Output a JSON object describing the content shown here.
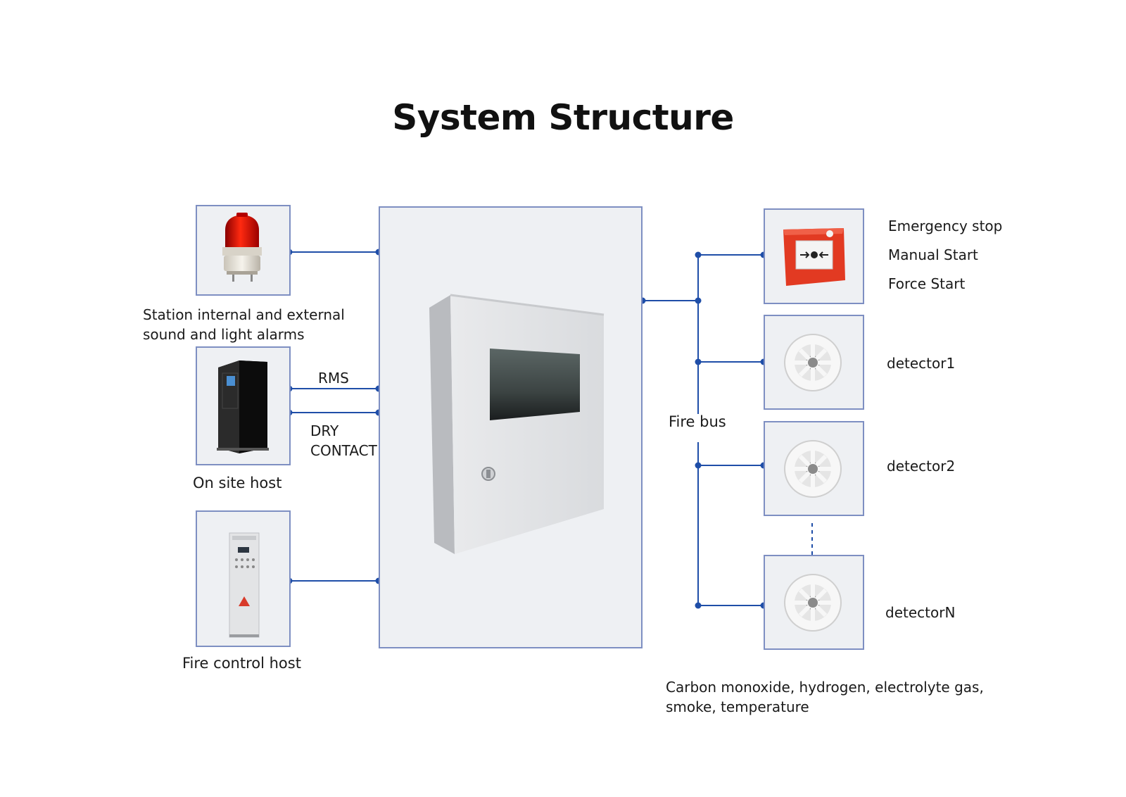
{
  "title": "System Structure",
  "colors": {
    "wire": "#1f4ea8",
    "box_border": "#7e8fc2",
    "box_fill": "#eef0f3",
    "alarm_red": "#e3120c",
    "call_point_red": "#e23a22"
  },
  "devices_left": {
    "alarm_label_line1": "Station internal and external",
    "alarm_label_line2": "sound and light alarms",
    "on_site_host_label": "On site host",
    "fire_control_host_label": "Fire control host"
  },
  "connections_left": {
    "rms": "RMS",
    "dry_contact_line1": "DRY",
    "dry_contact_line2": "CONTACT"
  },
  "bus": {
    "label": "Fire bus"
  },
  "devices_right": {
    "call_point_lines": [
      "Emergency stop",
      "Manual Start",
      "Force Start"
    ],
    "detector_labels": [
      "detector1",
      "detector2",
      "detectorN"
    ]
  },
  "detection_note_line1": "Carbon monoxide, hydrogen, electrolyte gas,",
  "detection_note_line2": "smoke, temperature",
  "icons": [
    "alarm-beacon-icon",
    "ups-cabinet-icon",
    "fire-control-cabinet-icon",
    "control-box-icon",
    "manual-call-point-icon",
    "smoke-detector-icon"
  ]
}
